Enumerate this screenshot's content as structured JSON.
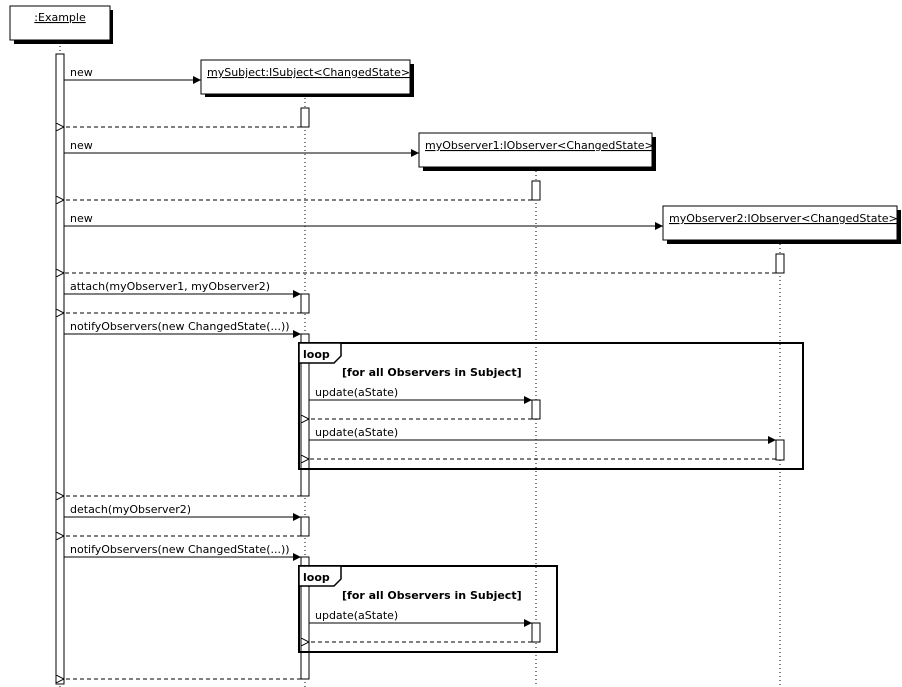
{
  "diagram": {
    "participants": [
      {
        "id": "example",
        "label": ":Example"
      },
      {
        "id": "subject",
        "label": "mySubject:ISubject<ChangedState>"
      },
      {
        "id": "observer1",
        "label": "myObserver1:IObserver<ChangedState>"
      },
      {
        "id": "observer2",
        "label": "myObserver2:IObserver<ChangedState>"
      }
    ],
    "messages": [
      {
        "label": "new"
      },
      {
        "label": "new"
      },
      {
        "label": "new"
      },
      {
        "label": "attach(myObserver1, myObserver2)"
      },
      {
        "label": "notifyObservers(new ChangedState(...))"
      },
      {
        "label": "update(aState)"
      },
      {
        "label": "update(aState)"
      },
      {
        "label": "detach(myObserver2)"
      },
      {
        "label": "notifyObservers(new ChangedState(...))"
      },
      {
        "label": "update(aState)"
      }
    ],
    "loops": [
      {
        "keyword": "loop",
        "guard": "[for all Observers in Subject]"
      },
      {
        "keyword": "loop",
        "guard": "[for all Observers in Subject]"
      }
    ]
  }
}
